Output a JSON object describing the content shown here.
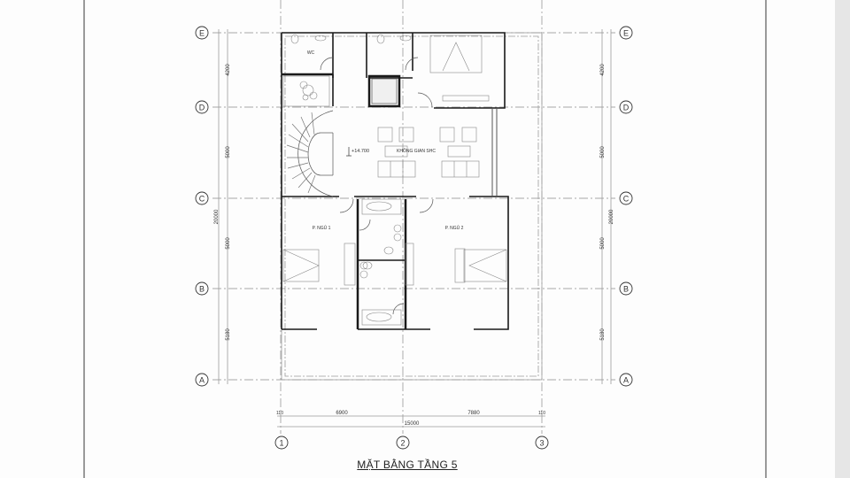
{
  "drawing": {
    "title": "MẶT BẰNG TẦNG 5",
    "level_mark": "+14.700",
    "colors": {
      "sheet": "#fdfdfd",
      "background": "#e6e6e6",
      "wall": "#1a1a1a",
      "grid_line": "#8a8a8a",
      "furniture": "#888888"
    }
  },
  "grid": {
    "rows": [
      {
        "label": "E"
      },
      {
        "label": "D"
      },
      {
        "label": "C"
      },
      {
        "label": "B"
      },
      {
        "label": "A"
      }
    ],
    "columns": [
      {
        "label": "1"
      },
      {
        "label": "2"
      },
      {
        "label": "3"
      }
    ]
  },
  "dimensions": {
    "vertical_segments": [
      "4200",
      "5000",
      "5000",
      "5180"
    ],
    "vertical_total": "20000",
    "horizontal_segments": [
      "6900",
      "7880"
    ],
    "horizontal_total": "15000",
    "edge_offsets": [
      "110",
      "110"
    ]
  },
  "rooms": {
    "living": "KHÔNG GIAN SHC",
    "bedroom1": "P. NGỦ 1",
    "bedroom2": "P. NGỦ 2",
    "wc": "WC"
  }
}
